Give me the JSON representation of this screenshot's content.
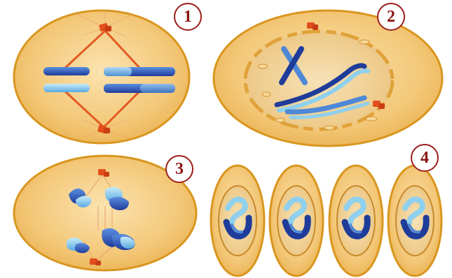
{
  "labels": {
    "one": "1",
    "two": "2",
    "three": "3",
    "four": "4"
  },
  "colors": {
    "cell_fill": "#f3c777",
    "cell_border": "#d9961f",
    "spindle": "#e25a22",
    "centrosome": "#e24f1c",
    "chromosome_dark": "#1f3c9a",
    "chromosome_mid": "#4f88d6",
    "chromosome_light": "#8fd0ee",
    "label_ring": "#9a1f1a"
  }
}
